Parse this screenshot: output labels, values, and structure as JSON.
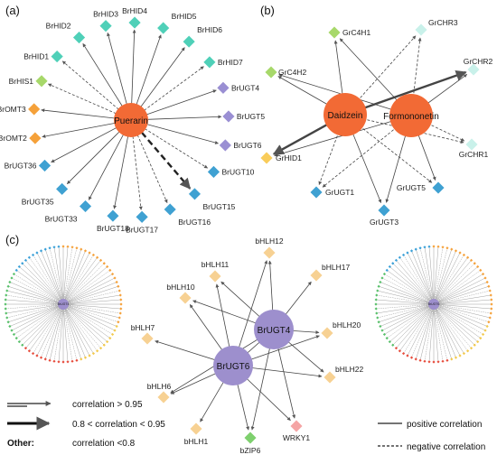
{
  "panels": [
    "(a)",
    "(b)",
    "(c)"
  ],
  "colors": {
    "hub": "#f26a35",
    "hub_c": "#9d8fcd",
    "teal": "#4fd0b8",
    "lime": "#a7d86a",
    "orange": "#f5a13a",
    "purple": "#9a8fd3",
    "blue": "#3fa1d2",
    "paleteal": "#c9f1ea",
    "yellow": "#f9cc5a",
    "peach": "#f7d193",
    "pink": "#f5a5a5",
    "green": "#7ed06e"
  },
  "a": {
    "hub": "Puerarin",
    "nodes": [
      {
        "label": "BrHID3",
        "color": "teal",
        "edge": "solid"
      },
      {
        "label": "BrHID4",
        "color": "teal",
        "edge": "solid"
      },
      {
        "label": "BrHID5",
        "color": "teal",
        "edge": "solid"
      },
      {
        "label": "BrHID6",
        "color": "teal",
        "edge": "solid"
      },
      {
        "label": "BrHID7",
        "color": "teal",
        "edge": "dashed"
      },
      {
        "label": "BrUGT4",
        "color": "purple",
        "edge": "solid"
      },
      {
        "label": "BrUGT5",
        "color": "purple",
        "edge": "solid"
      },
      {
        "label": "BrUGT6",
        "color": "purple",
        "edge": "solid"
      },
      {
        "label": "BrUGT10",
        "color": "blue",
        "edge": "dashed"
      },
      {
        "label": "BrUGT15",
        "color": "blue",
        "edge": "bolddash"
      },
      {
        "label": "BrUGT16",
        "color": "blue",
        "edge": "dashed"
      },
      {
        "label": "BrUGT17",
        "color": "blue",
        "edge": "dashed"
      },
      {
        "label": "BrUGT18",
        "color": "blue",
        "edge": "solid"
      },
      {
        "label": "BrUGT33",
        "color": "blue",
        "edge": "solid"
      },
      {
        "label": "BrUGT35",
        "color": "blue",
        "edge": "solid"
      },
      {
        "label": "BrUGT36",
        "color": "blue",
        "edge": "solid"
      },
      {
        "label": "BrOMT2",
        "color": "orange",
        "edge": "solid"
      },
      {
        "label": "BrOMT3",
        "color": "orange",
        "edge": "solid"
      },
      {
        "label": "BrHIS1",
        "color": "lime",
        "edge": "dashed"
      },
      {
        "label": "BrHID1",
        "color": "teal",
        "edge": "dashed"
      },
      {
        "label": "BrHID2",
        "color": "teal",
        "edge": "solid"
      }
    ]
  },
  "b": {
    "hubs": [
      "Daidzein",
      "Formononetin"
    ],
    "nodes": [
      {
        "label": "GrC4H1",
        "color": "lime"
      },
      {
        "label": "GrCHR3",
        "color": "paleteal"
      },
      {
        "label": "GrC4H2",
        "color": "lime"
      },
      {
        "label": "GrCHR2",
        "color": "paleteal"
      },
      {
        "label": "GrCHR1",
        "color": "paleteal"
      },
      {
        "label": "GrHID1",
        "color": "yellow"
      },
      {
        "label": "GrUGT1",
        "color": "blue"
      },
      {
        "label": "GrUGT3",
        "color": "blue"
      },
      {
        "label": "GrUGT5",
        "color": "blue"
      }
    ]
  },
  "c": {
    "hubs": [
      "BrUGT4",
      "BrUGT6"
    ],
    "nodes": [
      {
        "label": "bHLH11",
        "color": "peach"
      },
      {
        "label": "bHLH12",
        "color": "peach"
      },
      {
        "label": "bHLH17",
        "color": "peach"
      },
      {
        "label": "bHLH10",
        "color": "peach"
      },
      {
        "label": "bHLH20",
        "color": "peach"
      },
      {
        "label": "bHLH7",
        "color": "peach"
      },
      {
        "label": "bHLH22",
        "color": "peach"
      },
      {
        "label": "bHLH6",
        "color": "peach"
      },
      {
        "label": "bHLH1",
        "color": "peach"
      },
      {
        "label": "bZIP6",
        "color": "green"
      },
      {
        "label": "WRKY1",
        "color": "pink"
      }
    ],
    "mini_left": "BrUGT4",
    "mini_right": "BrUGT6"
  },
  "legend": {
    "thin": "correlation > 0.95",
    "thick": "0.8 < correlation < 0.95",
    "other_label": "Other:",
    "other": "correlation <0.8",
    "positive": "positive correlation",
    "negative": "negative correlation"
  }
}
